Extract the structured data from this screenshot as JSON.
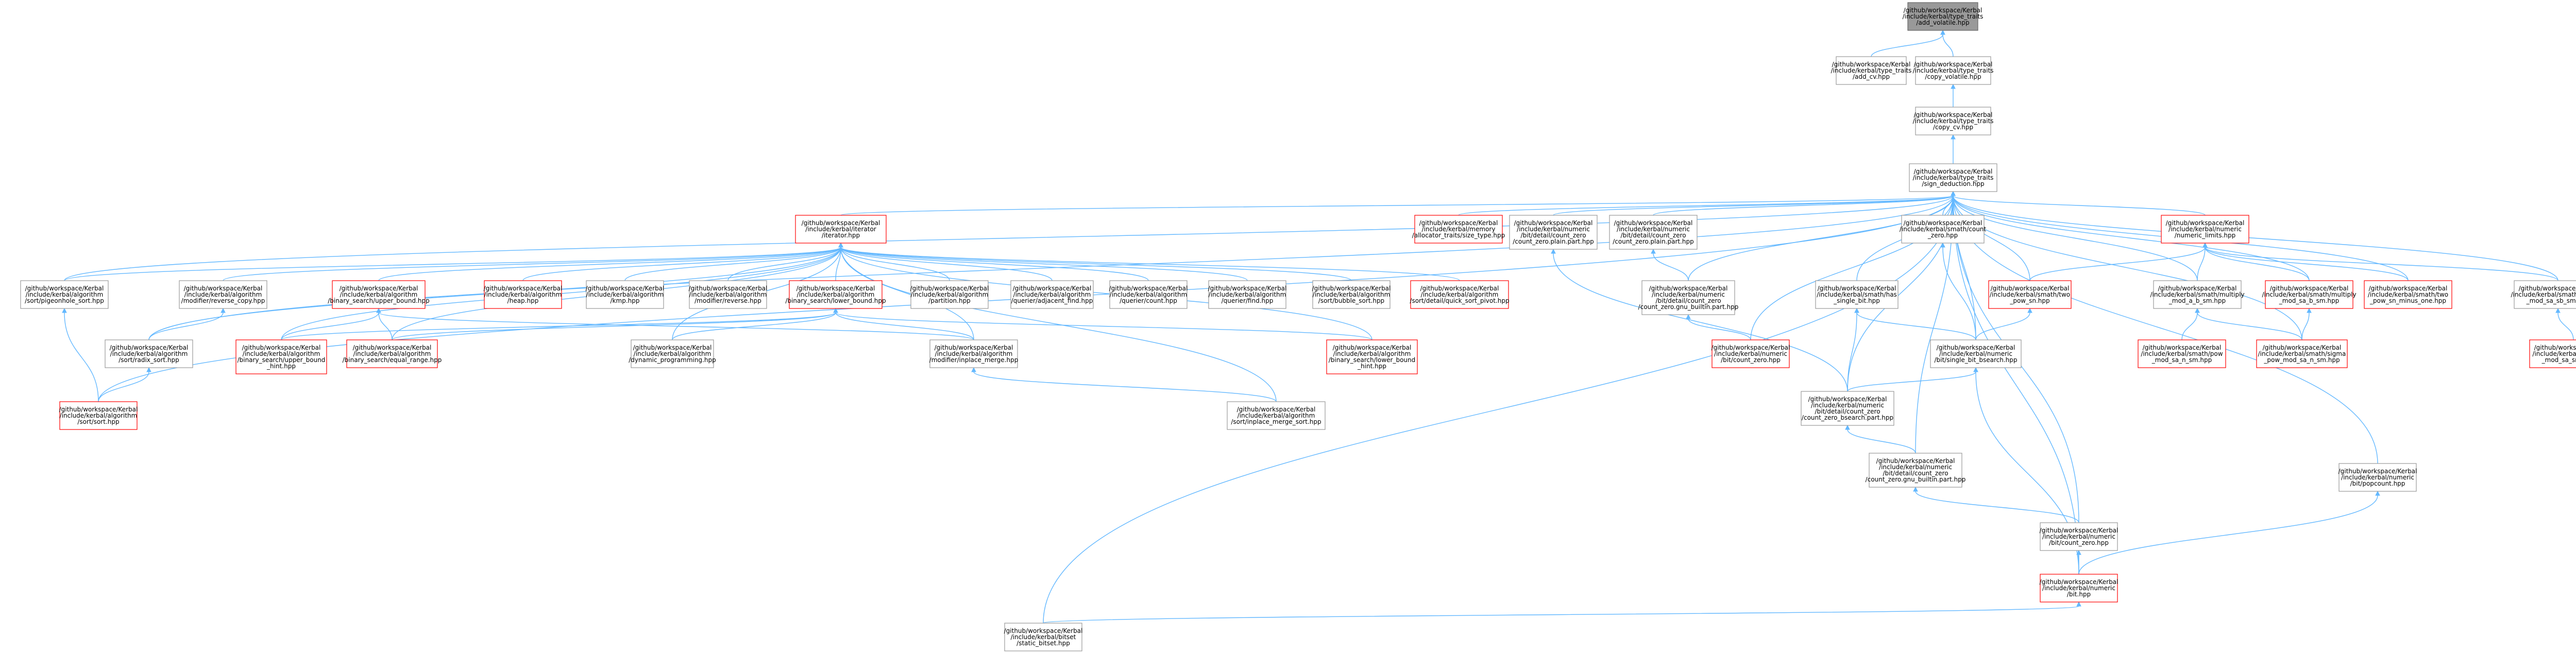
{
  "diagram": {
    "colors": {
      "edge": "#63b8ff",
      "root_fill": "#999999",
      "node_border": "#999999",
      "missing_border": "#ff0000"
    },
    "nodes": [
      {
        "id": "n0",
        "style": "root",
        "lines": [
          "/github/workspace/Kerbal",
          "/include/kerbal/type_traits",
          "/add_volatile.hpp"
        ]
      },
      {
        "id": "n1",
        "style": "plain",
        "lines": [
          "/github/workspace/Kerbal",
          "/include/kerbal/type_traits",
          "/add_cv.hpp"
        ]
      },
      {
        "id": "n2",
        "style": "plain",
        "lines": [
          "/github/workspace/Kerbal",
          "/include/kerbal/type_traits",
          "/copy_volatile.hpp"
        ]
      },
      {
        "id": "n3",
        "style": "plain",
        "lines": [
          "/github/workspace/Kerbal",
          "/include/kerbal/type_traits",
          "/copy_cv.hpp"
        ]
      },
      {
        "id": "n4",
        "style": "plain",
        "lines": [
          "/github/workspace/Kerbal",
          "/include/kerbal/type_traits",
          "/sign_deduction.hpp"
        ]
      },
      {
        "id": "n5",
        "style": "red",
        "lines": [
          "/github/workspace/Kerbal",
          "/include/kerbal/iterator",
          "/iterator.hpp"
        ]
      },
      {
        "id": "n6",
        "style": "red",
        "lines": [
          "/github/workspace/Kerbal",
          "/include/kerbal/memory",
          "/allocator_traits/size_type.hpp"
        ]
      },
      {
        "id": "n7",
        "style": "plain",
        "lines": [
          "/github/workspace/Kerbal",
          "/include/kerbal/numeric",
          "/bit/detail/count_zero",
          "/count_zero.plain.part.hpp"
        ]
      },
      {
        "id": "n8",
        "style": "plain",
        "lines": [
          "/github/workspace/Kerbal",
          "/include/kerbal/numeric",
          "/bit/detail/count_zero",
          "/count_zero.plain.part.hpp"
        ]
      },
      {
        "id": "n9",
        "style": "plain",
        "lines": [
          "/github/workspace/Kerbal",
          "/include/kerbal/smath/count",
          "_zero.hpp"
        ]
      },
      {
        "id": "n10",
        "style": "red",
        "lines": [
          "/github/workspace/Kerbal",
          "/include/kerbal/numeric",
          "/numeric_limits.hpp"
        ]
      },
      {
        "id": "n11",
        "style": "plain",
        "lines": [
          "/github/workspace/Kerbal",
          "/include/kerbal/algorithm",
          "/sort/pigeonhole_sort.hpp"
        ]
      },
      {
        "id": "n12",
        "style": "plain",
        "lines": [
          "/github/workspace/Kerbal",
          "/include/kerbal/algorithm",
          "/modifier/reverse_copy.hpp"
        ]
      },
      {
        "id": "n13",
        "style": "red",
        "lines": [
          "/github/workspace/Kerbal",
          "/include/kerbal/algorithm",
          "/binary_search/upper_bound.hpp"
        ]
      },
      {
        "id": "n14",
        "style": "red",
        "lines": [
          "/github/workspace/Kerbal",
          "/include/kerbal/algorithm",
          "/heap.hpp"
        ]
      },
      {
        "id": "n15",
        "style": "plain",
        "lines": [
          "/github/workspace/Kerbal",
          "/include/kerbal/algorithm",
          "/kmp.hpp"
        ]
      },
      {
        "id": "n16",
        "style": "plain",
        "lines": [
          "/github/workspace/Kerbal",
          "/include/kerbal/algorithm",
          "/modifier/reverse.hpp"
        ]
      },
      {
        "id": "n17",
        "style": "red",
        "lines": [
          "/github/workspace/Kerbal",
          "/include/kerbal/algorithm",
          "/binary_search/lower_bound.hpp"
        ]
      },
      {
        "id": "n18",
        "style": "plain",
        "lines": [
          "/github/workspace/Kerbal",
          "/include/kerbal/algorithm",
          "/partition.hpp"
        ]
      },
      {
        "id": "n19",
        "style": "plain",
        "lines": [
          "/github/workspace/Kerbal",
          "/include/kerbal/algorithm",
          "/querier/adjacent_find.hpp"
        ]
      },
      {
        "id": "n20",
        "style": "plain",
        "lines": [
          "/github/workspace/Kerbal",
          "/include/kerbal/algorithm",
          "/querier/count.hpp"
        ]
      },
      {
        "id": "n21",
        "style": "plain",
        "lines": [
          "/github/workspace/Kerbal",
          "/include/kerbal/algorithm",
          "/querier/find.hpp"
        ]
      },
      {
        "id": "n22",
        "style": "plain",
        "lines": [
          "/github/workspace/Kerbal",
          "/include/kerbal/algorithm",
          "/sort/bubble_sort.hpp"
        ]
      },
      {
        "id": "n23",
        "style": "red",
        "lines": [
          "/github/workspace/Kerbal",
          "/include/kerbal/algorithm",
          "/sort/detail/quick_sort_pivot.hpp"
        ]
      },
      {
        "id": "n24",
        "style": "plain",
        "lines": [
          "/github/workspace/Kerbal",
          "/include/kerbal/numeric",
          "/bit/detail/count_zero",
          "/count_zero.gnu_builtin.part.hpp"
        ]
      },
      {
        "id": "n25",
        "style": "plain",
        "lines": [
          "/github/workspace/Kerbal",
          "/include/kerbal/smath/has",
          "_single_bit.hpp"
        ]
      },
      {
        "id": "n26",
        "style": "red",
        "lines": [
          "/github/workspace/Kerbal",
          "/include/kerbal/smath/two",
          "_pow_sn.hpp"
        ]
      },
      {
        "id": "n27",
        "style": "plain",
        "lines": [
          "/github/workspace/Kerbal",
          "/include/kerbal/smath/multiply",
          "_mod_a_b_sm.hpp"
        ]
      },
      {
        "id": "n28",
        "style": "red",
        "lines": [
          "/github/workspace/Kerbal",
          "/include/kerbal/smath/multiply",
          "_mod_sa_b_sm.hpp"
        ]
      },
      {
        "id": "n29",
        "style": "red",
        "lines": [
          "/github/workspace/Kerbal",
          "/include/kerbal/smath/two",
          "_pow_sn_minus_one.hpp"
        ]
      },
      {
        "id": "n30",
        "style": "plain",
        "lines": [
          "/github/workspace/Kerbal",
          "/include/kerbal/smath/multiply",
          "_mod_sa_sb_sm.hpp"
        ]
      },
      {
        "id": "n31",
        "style": "plain",
        "lines": [
          "/github/workspace/Kerbal",
          "/include/kerbal/algorithm",
          "/sort/radix_sort.hpp"
        ]
      },
      {
        "id": "n32",
        "style": "red",
        "lines": [
          "/github/workspace/Kerbal",
          "/include/kerbal/algorithm",
          "/binary_search/upper_bound",
          "_hint.hpp"
        ]
      },
      {
        "id": "n33",
        "style": "red",
        "lines": [
          "/github/workspace/Kerbal",
          "/include/kerbal/algorithm",
          "/binary_search/equal_range.hpp"
        ]
      },
      {
        "id": "n34",
        "style": "plain",
        "lines": [
          "/github/workspace/Kerbal",
          "/include/kerbal/algorithm",
          "/dynamic_programming.hpp"
        ]
      },
      {
        "id": "n35",
        "style": "plain",
        "lines": [
          "/github/workspace/Kerbal",
          "/include/kerbal/algorithm",
          "/modifier/inplace_merge.hpp"
        ]
      },
      {
        "id": "n36",
        "style": "red",
        "lines": [
          "/github/workspace/Kerbal",
          "/include/kerbal/algorithm",
          "/binary_search/lower_bound",
          "_hint.hpp"
        ]
      },
      {
        "id": "n37",
        "style": "red",
        "lines": [
          "/github/workspace/Kerbal",
          "/include/kerbal/numeric",
          "/bit/count_zero.hpp"
        ]
      },
      {
        "id": "n38",
        "style": "plain",
        "lines": [
          "/github/workspace/Kerbal",
          "/include/kerbal/numeric",
          "/bit/single_bit_bsearch.hpp"
        ]
      },
      {
        "id": "n39",
        "style": "red",
        "lines": [
          "/github/workspace/Kerbal",
          "/include/kerbal/smath/pow",
          "_mod_sa_n_sm.hpp"
        ]
      },
      {
        "id": "n40",
        "style": "red",
        "lines": [
          "/github/workspace/Kerbal",
          "/include/kerbal/smath/sigma",
          "_pow_mod_sa_n_sm.hpp"
        ]
      },
      {
        "id": "n41",
        "style": "red",
        "lines": [
          "/github/workspace/Kerbal",
          "/include/kerbal/smath/pow",
          "_mod_sa_sn_sm.hpp"
        ]
      },
      {
        "id": "n42",
        "style": "red",
        "lines": [
          "/github/workspace/Kerbal",
          "/include/kerbal/algorithm",
          "/sort/sort.hpp"
        ]
      },
      {
        "id": "n43",
        "style": "plain",
        "lines": [
          "/github/workspace/Kerbal",
          "/include/kerbal/algorithm",
          "/sort/inplace_merge_sort.hpp"
        ]
      },
      {
        "id": "n44",
        "style": "plain",
        "lines": [
          "/github/workspace/Kerbal",
          "/include/kerbal/numeric",
          "/bit/detail/count_zero",
          "/count_zero_bsearch.part.hpp"
        ]
      },
      {
        "id": "n45",
        "style": "plain",
        "lines": [
          "/github/workspace/Kerbal",
          "/include/kerbal/numeric",
          "/bit/detail/count_zero",
          "/count_zero.gnu_builtin.part.hpp"
        ]
      },
      {
        "id": "n46",
        "style": "plain",
        "lines": [
          "/github/workspace/Kerbal",
          "/include/kerbal/numeric",
          "/bit/popcount.hpp"
        ]
      },
      {
        "id": "n47",
        "style": "plain",
        "lines": [
          "/github/workspace/Kerbal",
          "/include/kerbal/numeric",
          "/bit/count_zero.hpp"
        ]
      },
      {
        "id": "n48",
        "style": "red",
        "lines": [
          "/github/workspace/Kerbal",
          "/include/kerbal/numeric",
          "/bit.hpp"
        ]
      },
      {
        "id": "n49",
        "style": "plain",
        "lines": [
          "/github/workspace/Kerbal",
          "/include/kerbal/bitset",
          "/static_bitset.hpp"
        ]
      }
    ]
  }
}
